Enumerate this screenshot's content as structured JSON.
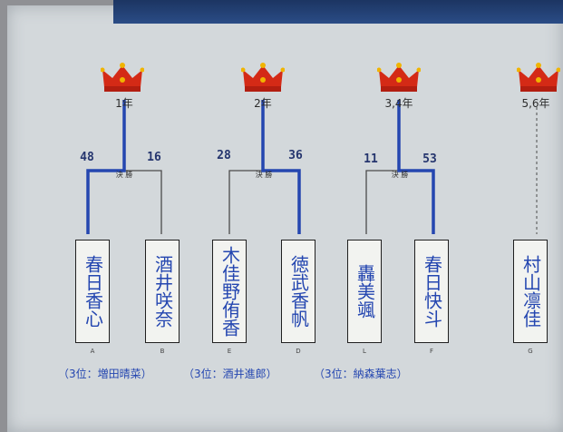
{
  "brackets": [
    {
      "grade": "1年",
      "score_left": "48",
      "score_right": "16",
      "final_label": "決 勝",
      "left_name": "春日香心",
      "right_name": "酒井咲奈",
      "left_letter": "A",
      "right_letter": "B"
    },
    {
      "grade": "2年",
      "score_left": "28",
      "score_right": "36",
      "final_label": "決 勝",
      "left_name": "木佳野侑香",
      "right_name": "徳武香帆",
      "left_letter": "E",
      "right_letter": "D"
    },
    {
      "grade": "3,4年",
      "score_left": "11",
      "score_right": "53",
      "final_label": "決 勝",
      "left_name": "轟美颯",
      "right_name": "春日快斗",
      "left_letter": "L",
      "right_letter": "F"
    },
    {
      "grade": "5,6年",
      "name": "村山凛佳",
      "letter": "G"
    }
  ],
  "third_place": [
    "（3位：増田晴菜）",
    "（3位：酒井進郎）",
    "（3位：納森葉志）"
  ],
  "colors": {
    "winner_line": "#2446b0",
    "crown": "#d42a16",
    "poster": "#d3d8db"
  }
}
